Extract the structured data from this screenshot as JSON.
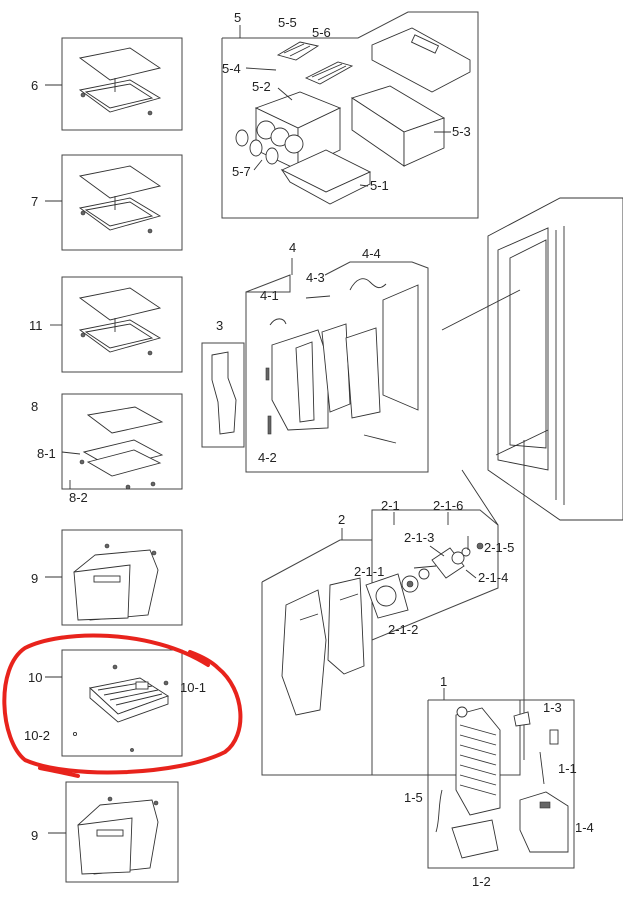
{
  "labels": {
    "l5": "5",
    "l5_5": "5-5",
    "l5_6": "5-6",
    "l5_4": "5-4",
    "l5_2": "5-2",
    "l5_3": "5-3",
    "l5_7": "5-7",
    "l5_1": "5-1",
    "l6": "6",
    "l7": "7",
    "l11": "11",
    "l8": "8",
    "l8_1": "8-1",
    "l8_2": "8-2",
    "l9a": "9",
    "l10": "10",
    "l10_1": "10-1",
    "l10_2": "10-2",
    "l9b": "9",
    "l4": "4",
    "l4_4": "4-4",
    "l4_3": "4-3",
    "l4_1": "4-1",
    "l4_2": "4-2",
    "l3": "3",
    "l2": "2",
    "l2_1": "2-1",
    "l2_1_6": "2-1-6",
    "l2_1_3": "2-1-3",
    "l2_1_5": "2-1-5",
    "l2_1_1": "2-1-1",
    "l2_1_4": "2-1-4",
    "l2_1_2": "2-1-2",
    "l1": "1",
    "l1_3": "1-3",
    "l1_1": "1-1",
    "l1_5": "1-5",
    "l1_4": "1-4",
    "l1_2": "1-2"
  },
  "highlight_color": "#e8231c"
}
